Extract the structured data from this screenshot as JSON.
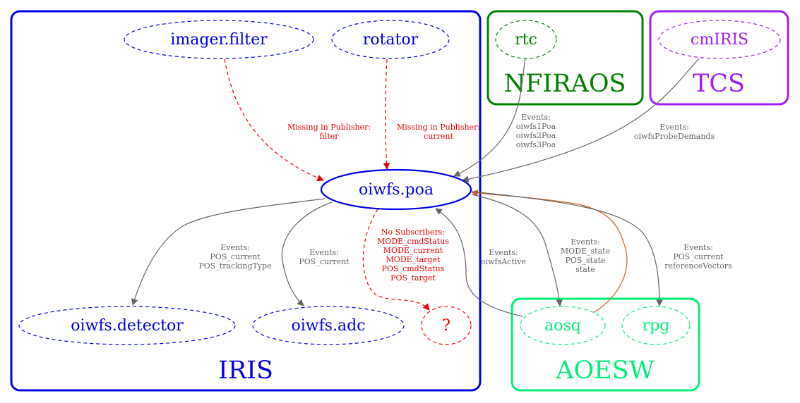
{
  "colors": {
    "iris": "#0000e6",
    "nfiraos": "#008000",
    "tcs": "#a020f0",
    "aoesw": "#00ee76",
    "missing": "#ee0000",
    "edge": "#666666",
    "feedback": "#c86428"
  },
  "clusters": {
    "iris": "IRIS",
    "nfiraos": "NFIRAOS",
    "tcs": "TCS",
    "aoesw": "AOESW"
  },
  "nodes": {
    "imager_filter": "imager.filter",
    "rotator": "rotator",
    "rtc": "rtc",
    "cmIRIS": "cmIRIS",
    "oiwfs_poa": "oiwfs.poa",
    "oiwfs_detector": "oiwfs.detector",
    "oiwfs_adc": "oiwfs.adc",
    "unknown": "?",
    "aosq": "aosq",
    "rpg": "rpg"
  },
  "edges": {
    "filter_missing": [
      "Missing in Publisher:",
      "filter"
    ],
    "rotator_missing": [
      "Missing in Publisher:",
      "current"
    ],
    "rtc_events": [
      "Events:",
      "oiwfs1Poa",
      "oiwfs2Poa",
      "oiwfs3Poa"
    ],
    "cmiris_events": [
      "Events:",
      "oiwfsProbeDemands"
    ],
    "detector_events": [
      "Events:",
      "POS_current",
      "POS_trackingType"
    ],
    "adc_events": [
      "Events:",
      "POS_current"
    ],
    "no_subscribers": [
      "No Subscribers:",
      "MODE_cmdStatus",
      "MODE_current",
      "MODE_target",
      "POS_cmdStatus",
      "POS_target"
    ],
    "aosq_to_poa": [
      "Events:",
      "oiwfsActive"
    ],
    "poa_to_aosq": [
      "Events:",
      "MODE_state",
      "POS_state",
      "state"
    ],
    "rpg_events": [
      "Events:",
      "POS_current",
      "referenceVectors"
    ]
  }
}
